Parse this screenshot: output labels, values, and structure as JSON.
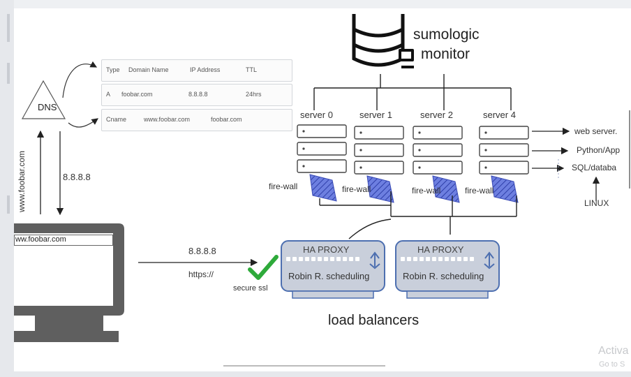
{
  "dns": {
    "label": "DNS",
    "table": {
      "headers": [
        "Type",
        "Domain Name",
        "IP Address",
        "TTL"
      ],
      "rows": [
        [
          "A",
          "foobar.com",
          "8.8.8.8",
          "24hrs"
        ],
        [
          "Cname",
          "www.foobar.com",
          "foobar.com",
          ""
        ]
      ]
    },
    "query_label": "www.foobar.com",
    "response_label": "8.8.8.8"
  },
  "client": {
    "url_bar_value": "ww.foobar.com",
    "request_ip": "8.8.8.8",
    "protocol": "https://",
    "ssl_label": "secure ssl"
  },
  "monitor": {
    "line1": "sumologic",
    "line2": "monitor"
  },
  "servers": [
    {
      "name": "server 0",
      "firewall": "fire-wall"
    },
    {
      "name": "server 1",
      "firewall": "fire-wall"
    },
    {
      "name": "server 2",
      "firewall": "fire-wall"
    },
    {
      "name": "server 4",
      "firewall": "fire-wall"
    }
  ],
  "stack": {
    "items": [
      "web server.",
      "Python/App",
      "SQL/databa"
    ],
    "os": "LINUX"
  },
  "load_balancers": {
    "title": "load balancers",
    "units": [
      {
        "name": "HA PROXY",
        "algorithm": "Robin R. scheduling"
      },
      {
        "name": "HA PROXY",
        "algorithm": "Robin R. scheduling"
      }
    ]
  },
  "watermark": {
    "line1": "Activa",
    "line2": "Go to S"
  },
  "colors": {
    "firewall": "#5b6ccf",
    "check": "#2eaa3a",
    "proxy_fill": "#c9cfdb",
    "proxy_stroke": "#4d6fb0",
    "computer": "#5f5f5f"
  }
}
